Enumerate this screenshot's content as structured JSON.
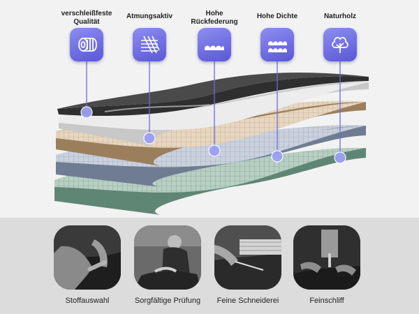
{
  "features": [
    {
      "label": "verschleißfeste\nQualität",
      "icon": "roll-icon"
    },
    {
      "label": "Atmungsaktiv",
      "icon": "mesh-icon"
    },
    {
      "label": "Hohe\nRückfederung",
      "icon": "bumps-icon"
    },
    {
      "label": "Hohe Dichte",
      "icon": "dense-bumps-icon"
    },
    {
      "label": "Naturholz",
      "icon": "tree-icon"
    }
  ],
  "steps": [
    {
      "label": "Stoffauswahl",
      "photo": "fabric-selection-photo"
    },
    {
      "label": "Sorgfältige Prüfung",
      "photo": "careful-inspection-photo"
    },
    {
      "label": "Feine Schneiderei",
      "photo": "cutting-photo"
    },
    {
      "label": "Feinschliff",
      "photo": "sewing-photo"
    }
  ],
  "colors": {
    "icon_accent": "#6b69e0",
    "layer_top": "#3c3c3c",
    "layer_light": "#d9d9d9",
    "layer_tan": "#a58a68",
    "layer_blue": "#7c8aa0",
    "layer_green": "#6f9684",
    "bottom_band": "#dcdcdc"
  }
}
